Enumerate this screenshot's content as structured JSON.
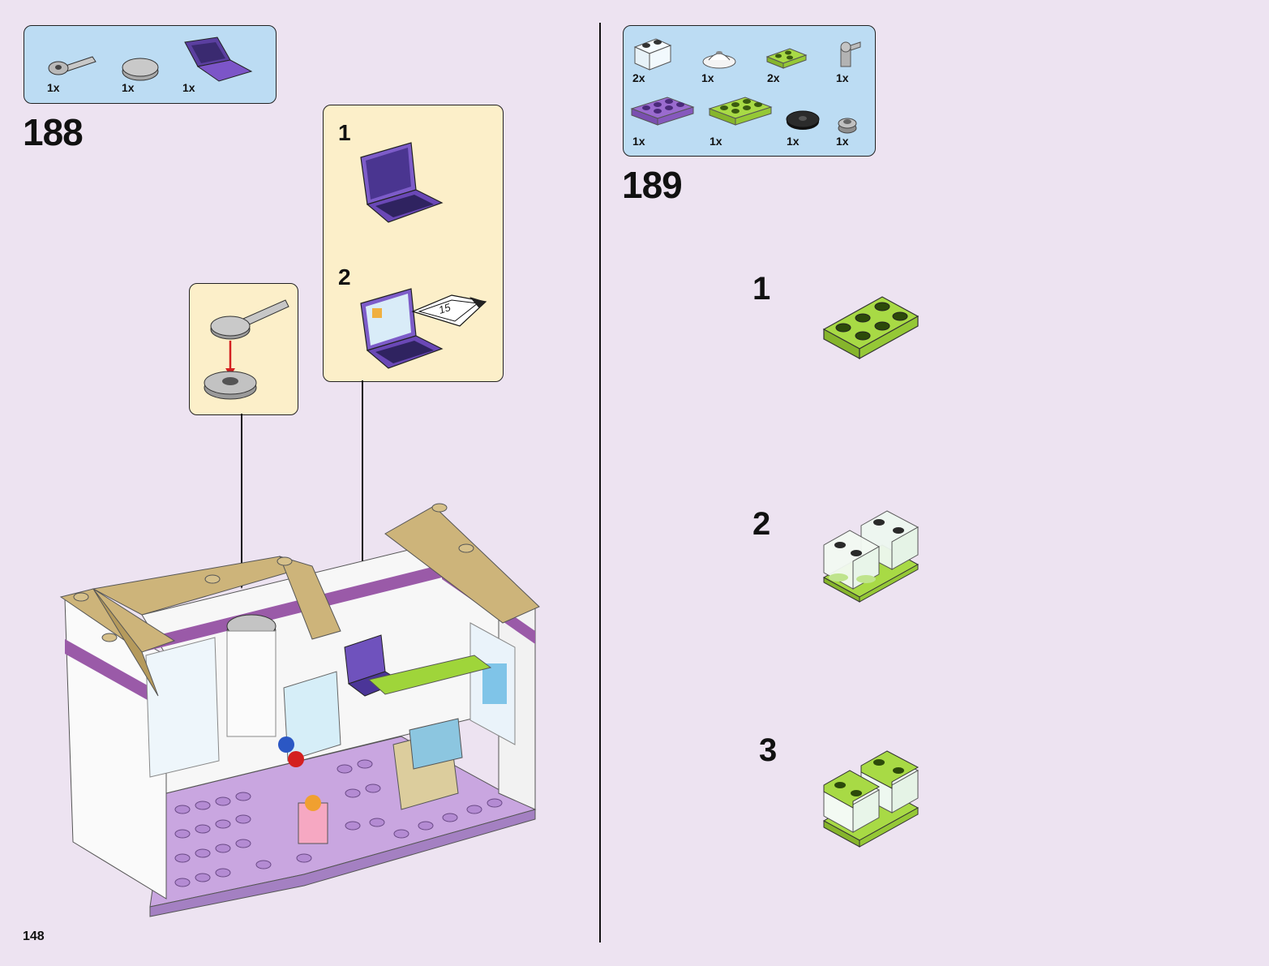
{
  "page_number": "148",
  "step188": {
    "number": "188",
    "parts": [
      {
        "qty": "1x",
        "icon": "wrench-lever-icon"
      },
      {
        "qty": "1x",
        "icon": "round-dish-icon"
      },
      {
        "qty": "1x",
        "icon": "laptop-icon"
      }
    ],
    "callout_laptop": {
      "step1": "1",
      "step2": "2",
      "sticker_text": "15"
    },
    "callout_dish": {
      "icon": "dish-attach-icon"
    }
  },
  "step189": {
    "number": "189",
    "parts": [
      {
        "qty": "2x",
        "icon": "transparent-brick-icon"
      },
      {
        "qty": "1x",
        "icon": "white-dome-icon"
      },
      {
        "qty": "2x",
        "icon": "lime-plate-small-icon"
      },
      {
        "qty": "1x",
        "icon": "grey-clip-icon"
      },
      {
        "qty": "1x",
        "icon": "purple-plate-icon"
      },
      {
        "qty": "1x",
        "icon": "lime-plate-icon"
      },
      {
        "qty": "1x",
        "icon": "black-round-tile-icon"
      },
      {
        "qty": "1x",
        "icon": "grey-round-stud-icon"
      }
    ],
    "substeps": [
      "1",
      "2",
      "3"
    ]
  },
  "colors": {
    "background": "#ede3f1",
    "parts_panel": "#bcdcf3",
    "callout": "#fcefc9",
    "lime": "#9fd53a",
    "purple": "#8a5cc0",
    "tan": "#cdb47a",
    "lavender_floor": "#c9a6e0"
  }
}
